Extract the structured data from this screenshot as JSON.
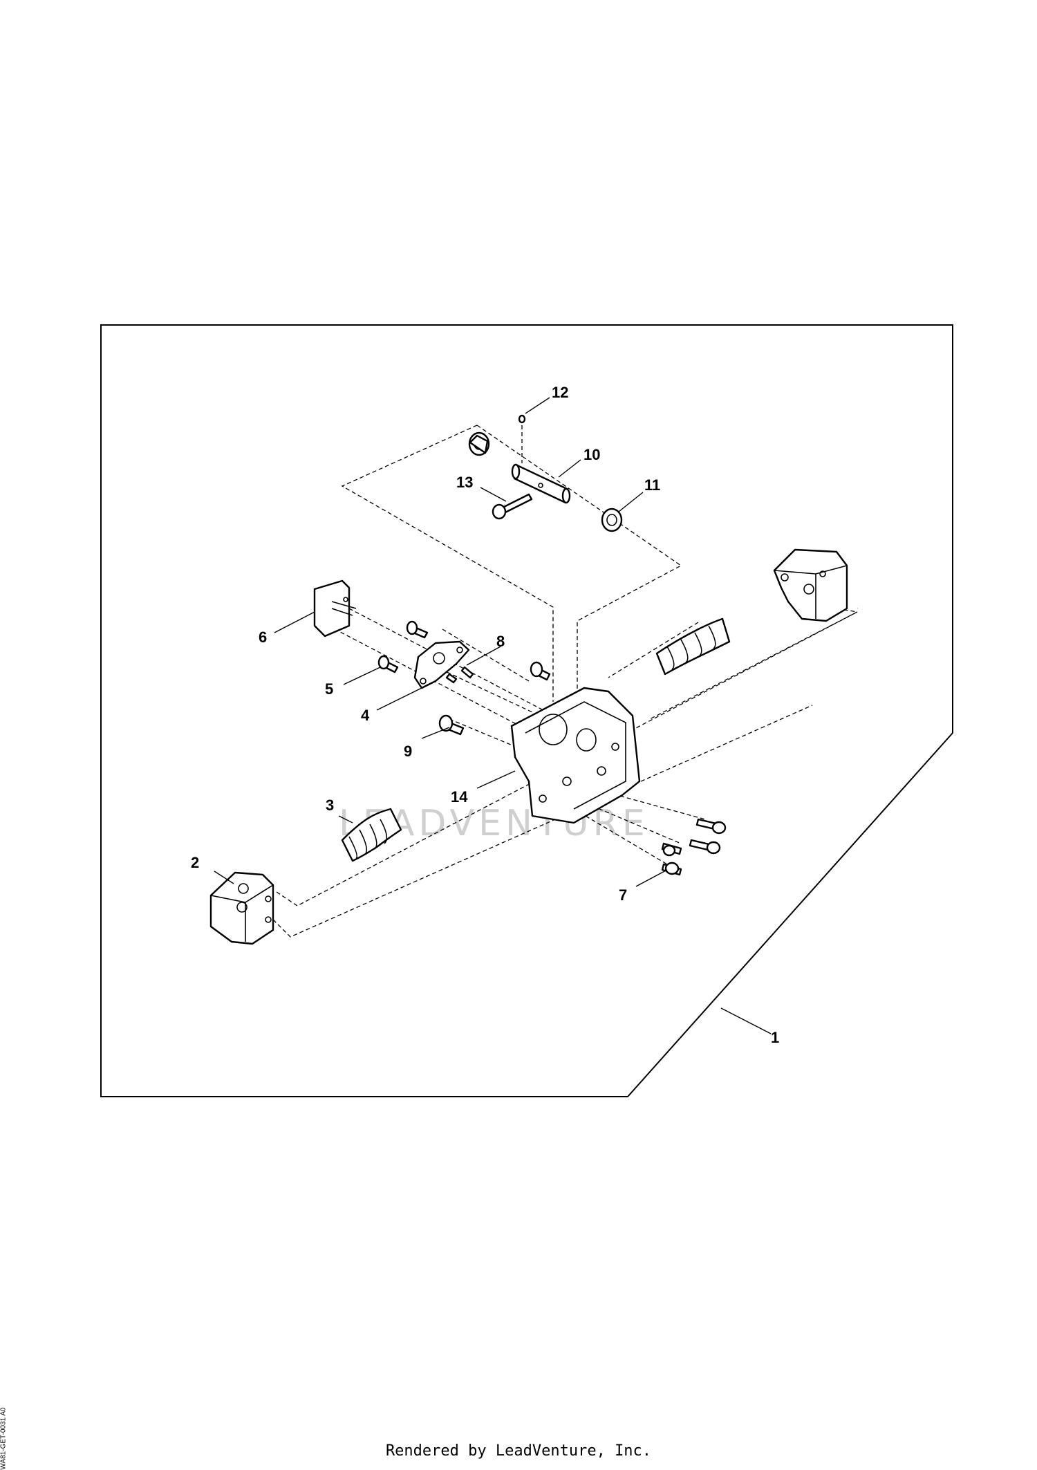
{
  "diagram": {
    "callouts": [
      "1",
      "2",
      "3",
      "4",
      "5",
      "6",
      "7",
      "8",
      "9",
      "10",
      "11",
      "12",
      "13",
      "14"
    ],
    "watermark": "LEADVENTURE"
  },
  "footer": {
    "rendered_by": "Rendered by LeadVenture, Inc.",
    "figure_code": "WA81-GET-0031",
    "figure_code_sub": "A0"
  }
}
